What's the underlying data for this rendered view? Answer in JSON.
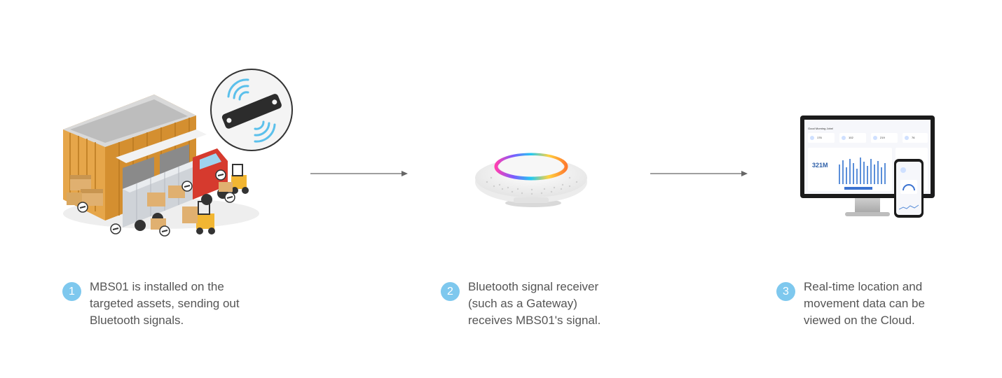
{
  "steps": [
    {
      "number": "1",
      "lines": [
        "MBS01 is installed on the",
        "targeted assets, sending out",
        "Bluetooth signals."
      ]
    },
    {
      "number": "2",
      "lines": [
        "Bluetooth signal receiver",
        "(such as a Gateway)",
        "receives MBS01's signal."
      ]
    },
    {
      "number": "3",
      "lines": [
        "Real-time location and",
        "movement data can be",
        "viewed on the Cloud."
      ]
    }
  ],
  "dashboard": {
    "greeting": "Good Morning John!",
    "big_value": "321M",
    "stats": [
      "176",
      "102",
      "219",
      "76"
    ]
  },
  "colors": {
    "badge": "#7ec8ee",
    "text": "#555555",
    "arrow": "#666666",
    "signal": "#5bc0eb"
  },
  "icons": [
    "warehouse-icon",
    "beacon-tag-icon",
    "gateway-device-icon",
    "monitor-icon",
    "phone-icon",
    "arrow-right-icon"
  ]
}
